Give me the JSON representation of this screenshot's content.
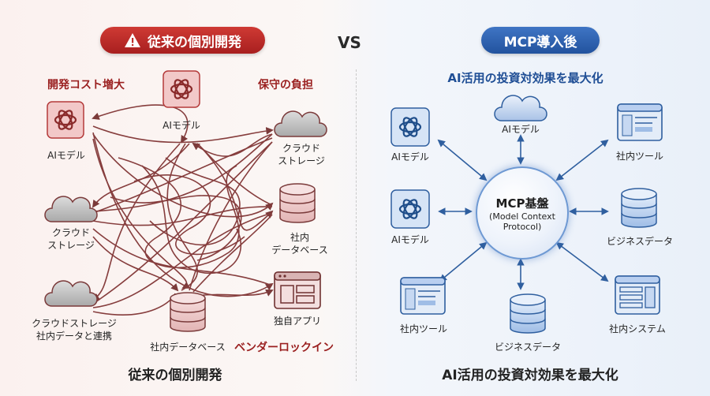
{
  "left": {
    "banner": "従来の個別開発",
    "labels": {
      "dev_cost": "開発コスト増大",
      "maintenance": "保守の負担",
      "vendor_lockin": "ベンダーロックイン"
    },
    "nodes": {
      "ai_model_top": "AIモデル",
      "ai_model_left": "AIモデル",
      "cloud_right": "クラウド\nストレージ",
      "cloud_left": "クラウド\nストレージ",
      "db_right": "社内\nデータベース",
      "cloud_bottom_left": "クラウドストレージ\n社内データと連携",
      "db_bottom": "社内データベース",
      "app": "独自アプリ"
    },
    "bottom": "従来の個別開発"
  },
  "vs": "VS",
  "right": {
    "banner": "MCP導入後",
    "heading": "AI活用の投資対効果を最大化",
    "hub": {
      "title": "MCP基盤",
      "sub1": "(Model Context",
      "sub2": "Protocol)"
    },
    "nodes": {
      "ai_model_top": "AIモデル",
      "ai_model_1": "AIモデル",
      "ai_model_2": "AIモデル",
      "tool_1": "社内ツール",
      "tool_2": "社内ツール",
      "biz_data_1": "ビジネスデータ",
      "biz_data_2": "ビジネスデータ",
      "system": "社内システム"
    },
    "bottom": "AI活用の投資対効果を最大化"
  },
  "colors": {
    "red": "#b42828",
    "dark_red": "#7a2424",
    "blue": "#2b5ea8",
    "light_blue_fill": "#cfdff3"
  }
}
